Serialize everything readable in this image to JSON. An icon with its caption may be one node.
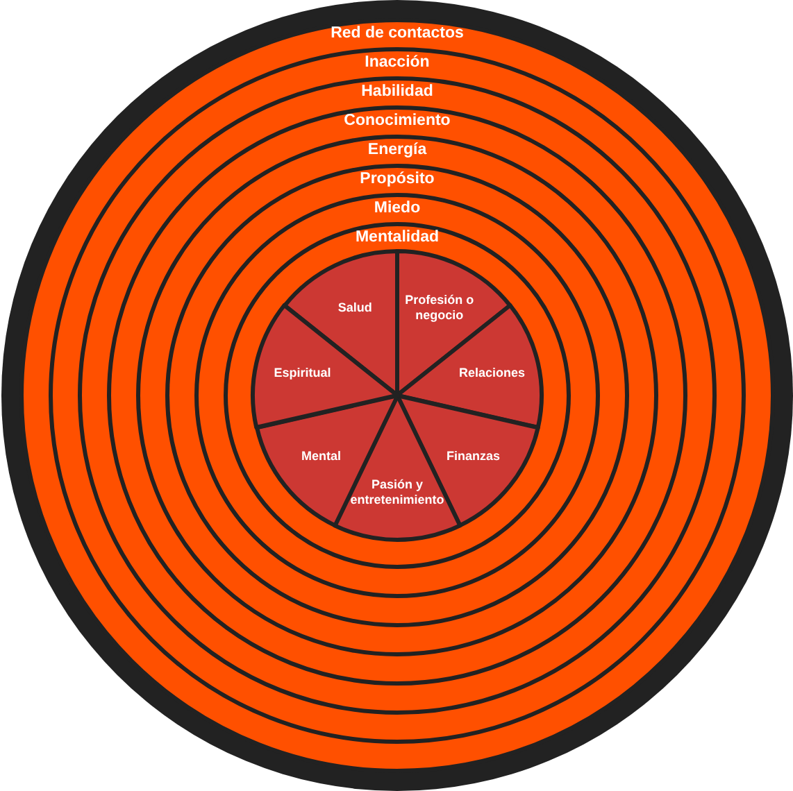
{
  "diagram": {
    "nodes": [
      {
        "text": [
          "Red de contactos"
        ]
      },
      {
        "text": [
          "Inacción"
        ],
        "in": 0
      },
      {
        "text": [
          "Habilidad"
        ],
        "in": 1
      },
      {
        "text": [
          "Conocimiento"
        ],
        "in": 2
      },
      {
        "text": [
          "Energía"
        ],
        "in": 3
      },
      {
        "text": [
          "Propósito"
        ],
        "in": 4
      },
      {
        "text": [
          "Miedo"
        ],
        "in": 5
      },
      {
        "text": [
          "Mentalidad"
        ],
        "in": 6
      },
      {
        "text": [
          "Salud"
        ],
        "in": 7
      },
      {
        "text": [
          "Profesión o negocio"
        ],
        "in": 7
      },
      {
        "text": [
          "Relaciones"
        ],
        "in": 7
      },
      {
        "text": [
          "Finanzas"
        ],
        "in": 7
      },
      {
        "text": [
          "Pasión y entretenimiento"
        ],
        "in": 7
      },
      {
        "text": [
          "Mental"
        ],
        "in": 7
      },
      {
        "text": [
          "Espiritual"
        ],
        "in": 7
      }
    ]
  }
}
